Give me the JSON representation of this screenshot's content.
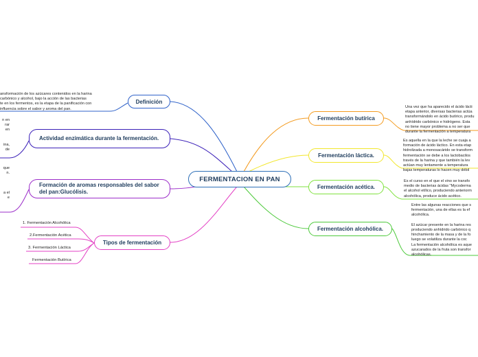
{
  "center": "FERMENTACION EN PAN",
  "left": {
    "definicion": {
      "label": "Definición",
      "note": [
        "ansformación de los azúcares contenidos en la harina",
        "carbónico y alcohol, bajo la acción de las bacterias",
        "te en los fermentos, es la etapa de la panificación con",
        "influencia sobre el sabor y aroma del pan."
      ]
    },
    "actividad": {
      "label": "Actividad enzimática durante la fermentación.",
      "note": [
        "n en",
        "rar",
        "en",
        "",
        "",
        "ina,",
        "de"
      ]
    },
    "formacion": {
      "label": "Formación de aromas responsables del sabor del pan:Glucólisis.",
      "note": [
        "que",
        "n.",
        "",
        "",
        "",
        "a el",
        "e"
      ]
    },
    "tipos": {
      "label": "Tipos de fermentación",
      "items": [
        "1. Fermentación Alcohólica",
        "2.Fermentación Acética",
        "3. Fermentación Láctica",
        "Fermentación Butírica"
      ]
    }
  },
  "right": {
    "butirica": {
      "label": "Fermentación butírica",
      "note": [
        "Una vez que ha aparecido el ácido lácti",
        "etapa anterior, diversas bacterias actúa",
        "transformándolo en ácido butírico, produ",
        "anhídrido carbónico e hidrógeno. Esta",
        "no tiene mayor problema a no ser que",
        "durante la fermentación a temperatura"
      ]
    },
    "lactica": {
      "label": "Fermentación láctica.",
      "note": [
        "Es aquella en la que la leche se cuaja a",
        "formación de ácido láctico. En esta etap",
        "hidrolizada a monosacárido se transform",
        "fermentación se debe a los lactobacilos",
        "través de la harina y que también la lev",
        "actúan muy lentamente a temperatura",
        "bajas temperaturas lo hacen muy débil"
      ]
    },
    "acetica": {
      "label": "Fermentación acética.",
      "note": [
        "Es el curso en el que el vino se transfo",
        "medio de bacterias ácidas \"Mycoderma",
        "el alcohol etílico, produciendo anteriorm",
        "alcohólica, produce ácido acético."
      ]
    },
    "alcoholica": {
      "label": "Fermentación alcohólica.",
      "note": [
        "Entre las algunas reacciones que s",
        "fermentación, una de ellas es la ef",
        "alcohólica.",
        "",
        "El azúcar presente en la harina res",
        "produciendo anhídrido carbónico q",
        "hinchamiento de la masa y de la fo",
        "luego se volatiliza durante la coc",
        "La fermentación alcohólica es aque",
        "azucarados de la fruta son transfor",
        "alcohólicas."
      ]
    }
  },
  "colors": {
    "definicion": "#2f62c9",
    "actividad": "#3a1fb8",
    "formacion": "#9b2cc9",
    "tipos": "#e33fc4",
    "butirica": "#f39a1e",
    "lactica": "#f2e62a",
    "acetica": "#7ee13c",
    "alcoholica": "#4cc93a",
    "center": "#2d6fb7"
  }
}
